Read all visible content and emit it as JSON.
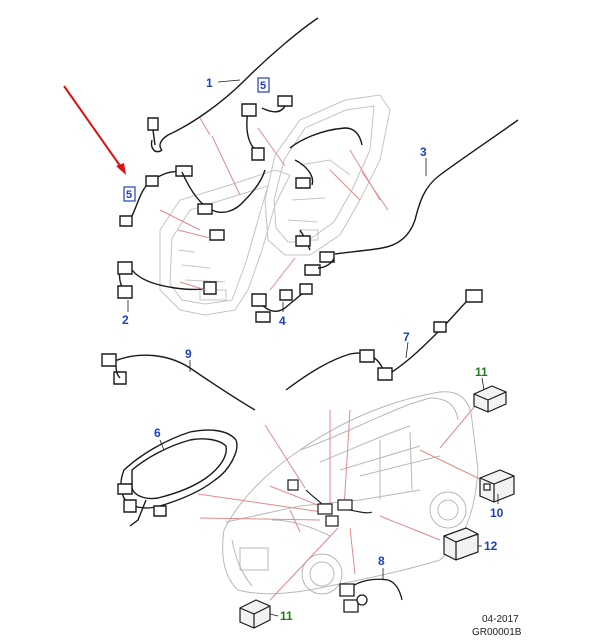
{
  "colors": {
    "part_line": "#1a1a1a",
    "leader_line": "#e38b8b",
    "label_blue": "#1f3fbf",
    "label_green": "#1f7a1f",
    "arrow_red": "#e01010",
    "car_line": "#b8b8b8"
  },
  "callouts": {
    "c1": "1",
    "c2": "2",
    "c3": "3",
    "c4": "4",
    "c5a": "5",
    "c5b": "5",
    "c6": "6",
    "c7": "7",
    "c8": "8",
    "c9": "9",
    "c10": "10",
    "c11a": "11",
    "c11b": "11",
    "c12": "12"
  },
  "footer": {
    "date": "04-2017",
    "code": "GR00001B"
  }
}
